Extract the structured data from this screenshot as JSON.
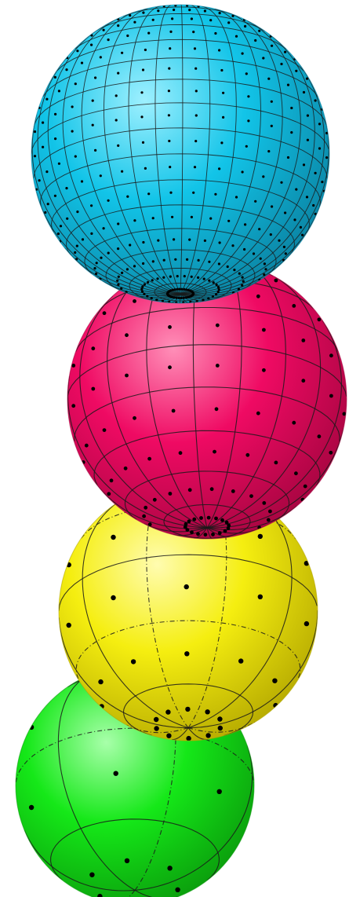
{
  "figure": {
    "background": "#ffffff",
    "mesh_color": "#1a1a1a",
    "node_color": "#000000"
  },
  "spheres": [
    {
      "id": "cyan",
      "color": "#12c4e8",
      "shade": "#0a7f9e",
      "highlight": "#9ef0ff",
      "grid_density": "very-fine"
    },
    {
      "id": "magenta",
      "color": "#ef0a63",
      "shade": "#a3053f",
      "highlight": "#ff8fb8",
      "grid_density": "fine"
    },
    {
      "id": "yellow",
      "color": "#f5ee10",
      "shade": "#b3a700",
      "highlight": "#fffcb0",
      "grid_density": "medium"
    },
    {
      "id": "green",
      "color": "#15e818",
      "shade": "#0a9a0c",
      "highlight": "#a8ffaa",
      "grid_density": "coarse"
    }
  ]
}
